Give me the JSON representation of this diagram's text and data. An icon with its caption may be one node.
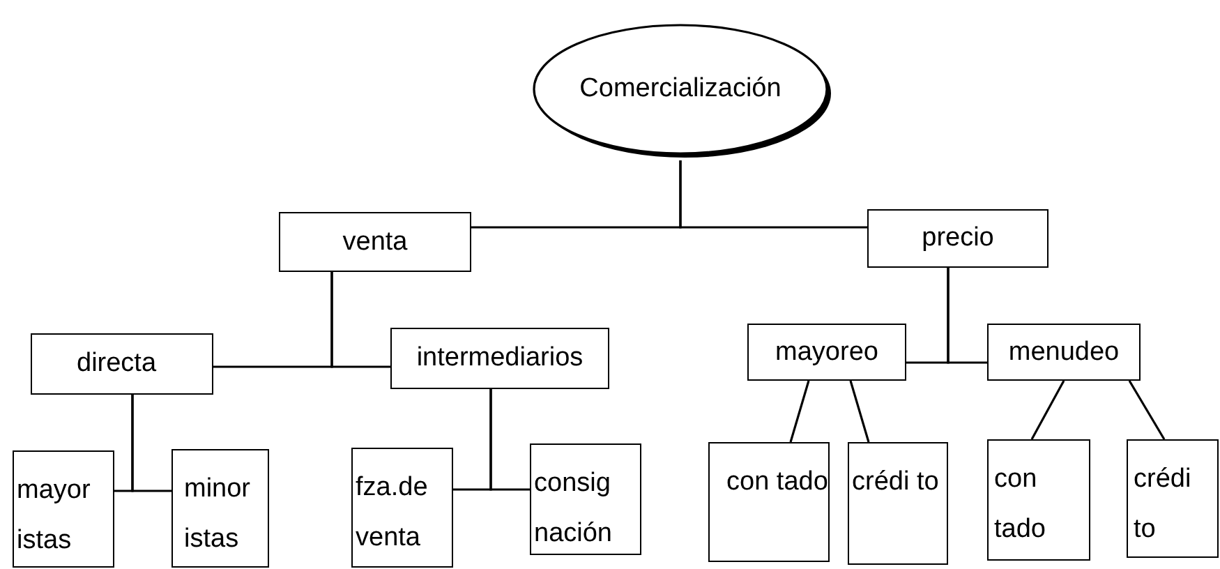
{
  "diagram": {
    "nodes": [
      {
        "text": [
          "Comercialización"
        ]
      },
      {
        "text": [
          "venta"
        ]
      },
      {
        "text": [
          "precio"
        ]
      },
      {
        "text": [
          "directa"
        ]
      },
      {
        "text": [
          "intermediarios"
        ]
      },
      {
        "text": [
          "mayor istas"
        ]
      },
      {
        "text": [
          "minor istas"
        ]
      },
      {
        "text": [
          "fza.de venta"
        ]
      },
      {
        "text": [
          "consig nación"
        ]
      },
      {
        "text": [
          "mayoreo"
        ]
      },
      {
        "text": [
          "menudeo"
        ]
      },
      {
        "text": [
          "con tado"
        ]
      },
      {
        "text": [
          "crédi to"
        ]
      },
      {
        "text": [
          "con tado"
        ]
      },
      {
        "text": [
          "crédi to"
        ]
      }
    ],
    "edges": [
      {
        "from": 0,
        "to": 1,
        "arrow": "none"
      },
      {
        "from": 0,
        "to": 2,
        "arrow": "none"
      },
      {
        "from": 1,
        "to": 3,
        "arrow": "none"
      },
      {
        "from": 1,
        "to": 4,
        "arrow": "none"
      },
      {
        "from": 2,
        "to": 9,
        "arrow": "none"
      },
      {
        "from": 2,
        "to": 10,
        "arrow": "none"
      },
      {
        "from": 3,
        "to": 5,
        "arrow": "none"
      },
      {
        "from": 3,
        "to": 6,
        "arrow": "none"
      },
      {
        "from": 4,
        "to": 7,
        "arrow": "none"
      },
      {
        "from": 4,
        "to": 8,
        "arrow": "none"
      },
      {
        "from": 9,
        "to": 11,
        "arrow": "none"
      },
      {
        "from": 9,
        "to": 12,
        "arrow": "none"
      },
      {
        "from": 10,
        "to": 13,
        "arrow": "none"
      },
      {
        "from": 10,
        "to": 14,
        "arrow": "none"
      }
    ]
  }
}
